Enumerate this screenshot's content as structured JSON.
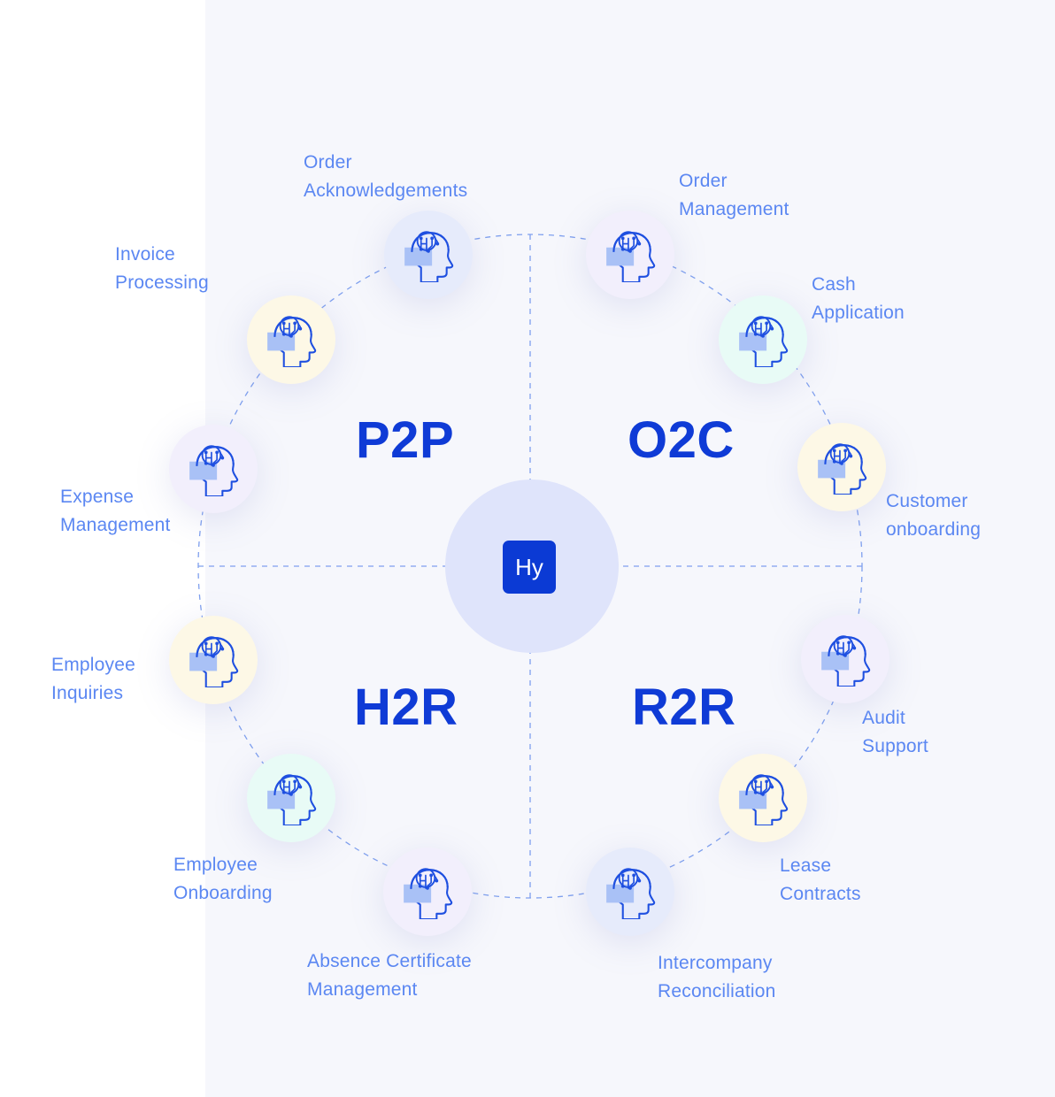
{
  "center": {
    "logo_text": "Hy"
  },
  "quadrants": [
    {
      "id": "p2p",
      "label": "P2P"
    },
    {
      "id": "o2c",
      "label": "O2C"
    },
    {
      "id": "h2r",
      "label": "H2R"
    },
    {
      "id": "r2r",
      "label": "R2R"
    }
  ],
  "nodes": [
    {
      "id": "order-acknowledgements",
      "label": "Order\nAcknowledgements",
      "tint": "#e6ebfb",
      "icon": "ai-head-icon"
    },
    {
      "id": "invoice-processing",
      "label": "Invoice\nProcessing",
      "tint": "#fdf8e6",
      "icon": "ai-head-icon"
    },
    {
      "id": "expense-management",
      "label": "Expense\nManagement",
      "tint": "#f2effc",
      "icon": "ai-head-icon"
    },
    {
      "id": "employee-inquiries",
      "label": "Employee\nInquiries",
      "tint": "#fdf8e6",
      "icon": "ai-head-icon"
    },
    {
      "id": "employee-onboarding",
      "label": "Employee\nOnboarding",
      "tint": "#e8fbf6",
      "icon": "ai-head-icon"
    },
    {
      "id": "absence-certificate-management",
      "label": "Absence Certificate\nManagement",
      "tint": "#f2effc",
      "icon": "ai-head-icon"
    },
    {
      "id": "order-management",
      "label": "Order\nManagement",
      "tint": "#f2effc",
      "icon": "ai-head-icon"
    },
    {
      "id": "cash-application",
      "label": "Cash\nApplication",
      "tint": "#e8fbf6",
      "icon": "ai-head-icon"
    },
    {
      "id": "customer-onboarding",
      "label": "Customer\nonboarding",
      "tint": "#fdf8e6",
      "icon": "ai-head-icon"
    },
    {
      "id": "audit-support",
      "label": "Audit\nSupport",
      "tint": "#f2effc",
      "icon": "ai-head-icon"
    },
    {
      "id": "lease-contracts",
      "label": "Lease\nContracts",
      "tint": "#fdf8e6",
      "icon": "ai-head-icon"
    },
    {
      "id": "intercompany-reconciliation",
      "label": "Intercompany\nReconciliation",
      "tint": "#e6ebfb",
      "icon": "ai-head-icon"
    }
  ],
  "colors": {
    "accent": "#0f3bd6",
    "label": "#5b87f2",
    "line": "#7fa0ee",
    "icon_fill": "#a9c1f6",
    "icon_stroke": "#1e4fe0"
  }
}
